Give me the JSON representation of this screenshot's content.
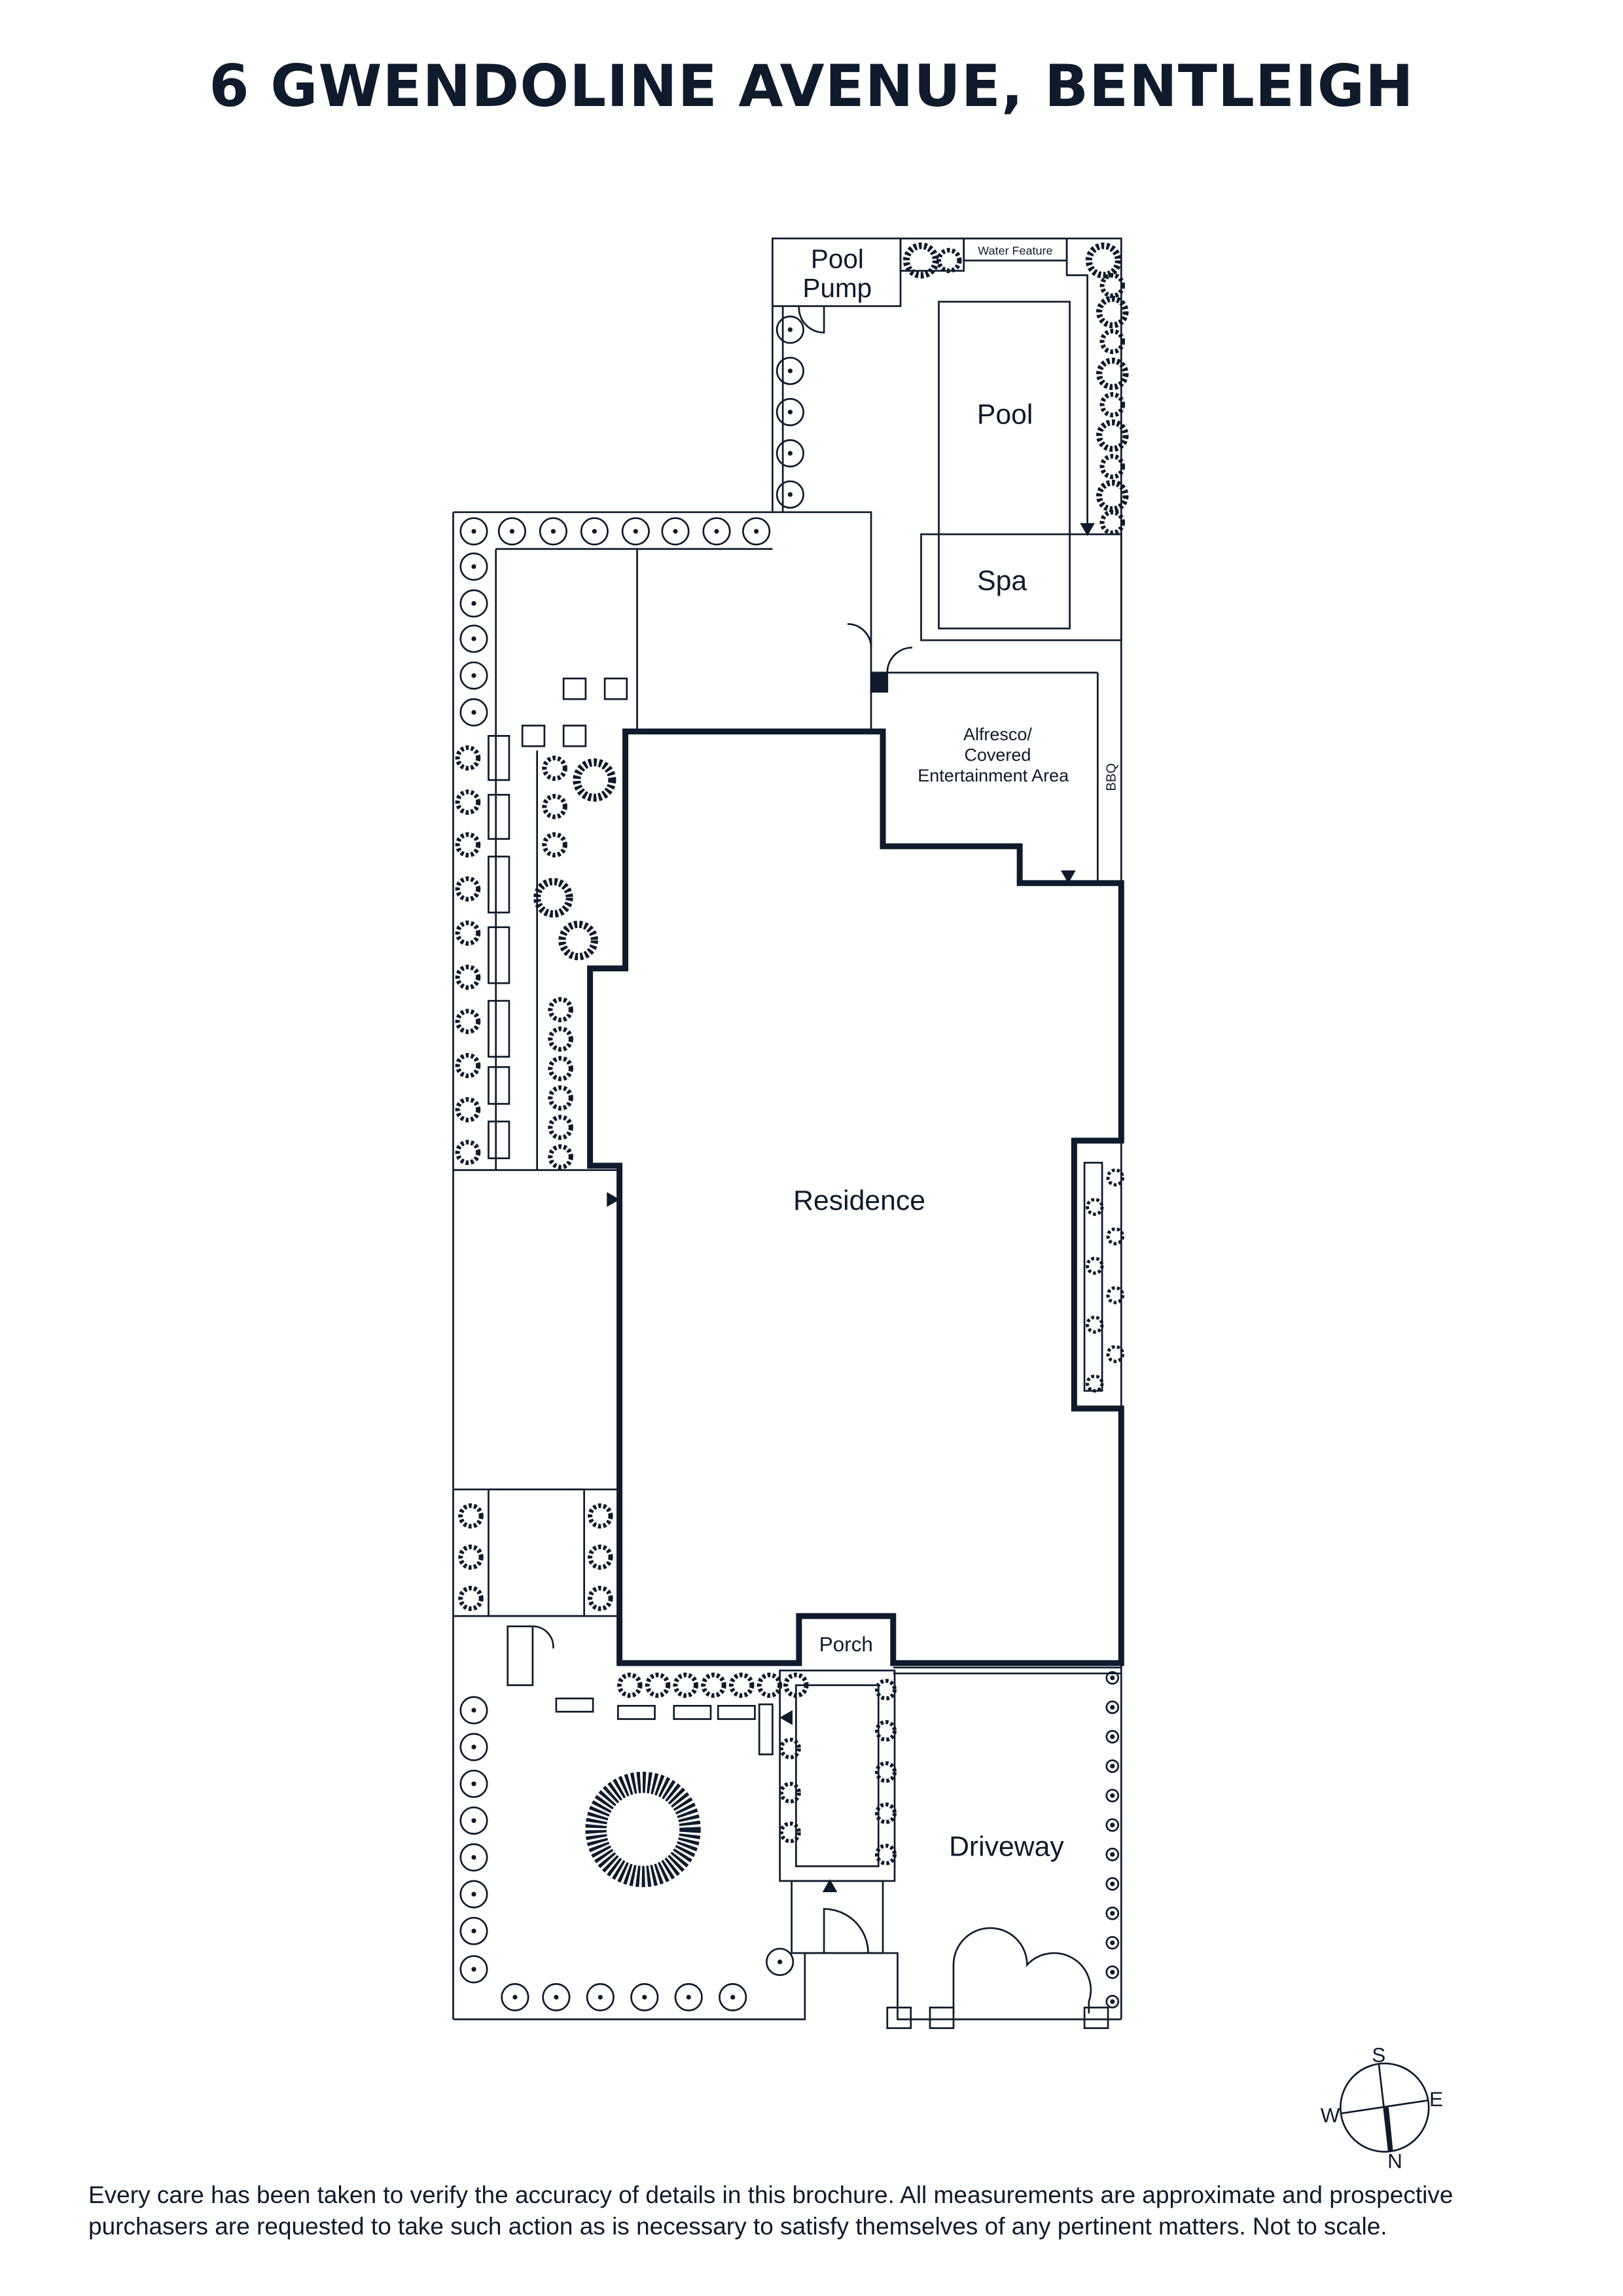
{
  "title": "6 GWENDOLINE AVENUE, BENTLEIGH",
  "labels": {
    "pool_pump_1": "Pool",
    "pool_pump_2": "Pump",
    "water_feature": "Water Feature",
    "pool": "Pool",
    "spa": "Spa",
    "alfresco_1": "Alfresco/",
    "alfresco_2": "Covered",
    "alfresco_3": "Entertainment Area",
    "bbq": "BBQ",
    "residence": "Residence",
    "porch": "Porch",
    "driveway": "Driveway"
  },
  "compass": {
    "n": "N",
    "s": "S",
    "e": "E",
    "w": "W"
  },
  "footer": {
    "line1": "Every care has been taken to verify the accuracy of details in this brochure. All measurements are approximate and prospective",
    "line2": "purchasers are requested to take such action as is necessary to satisfy themselves of any pertinent matters. Not to scale."
  },
  "colors": {
    "ink": "#0f1a2b"
  }
}
